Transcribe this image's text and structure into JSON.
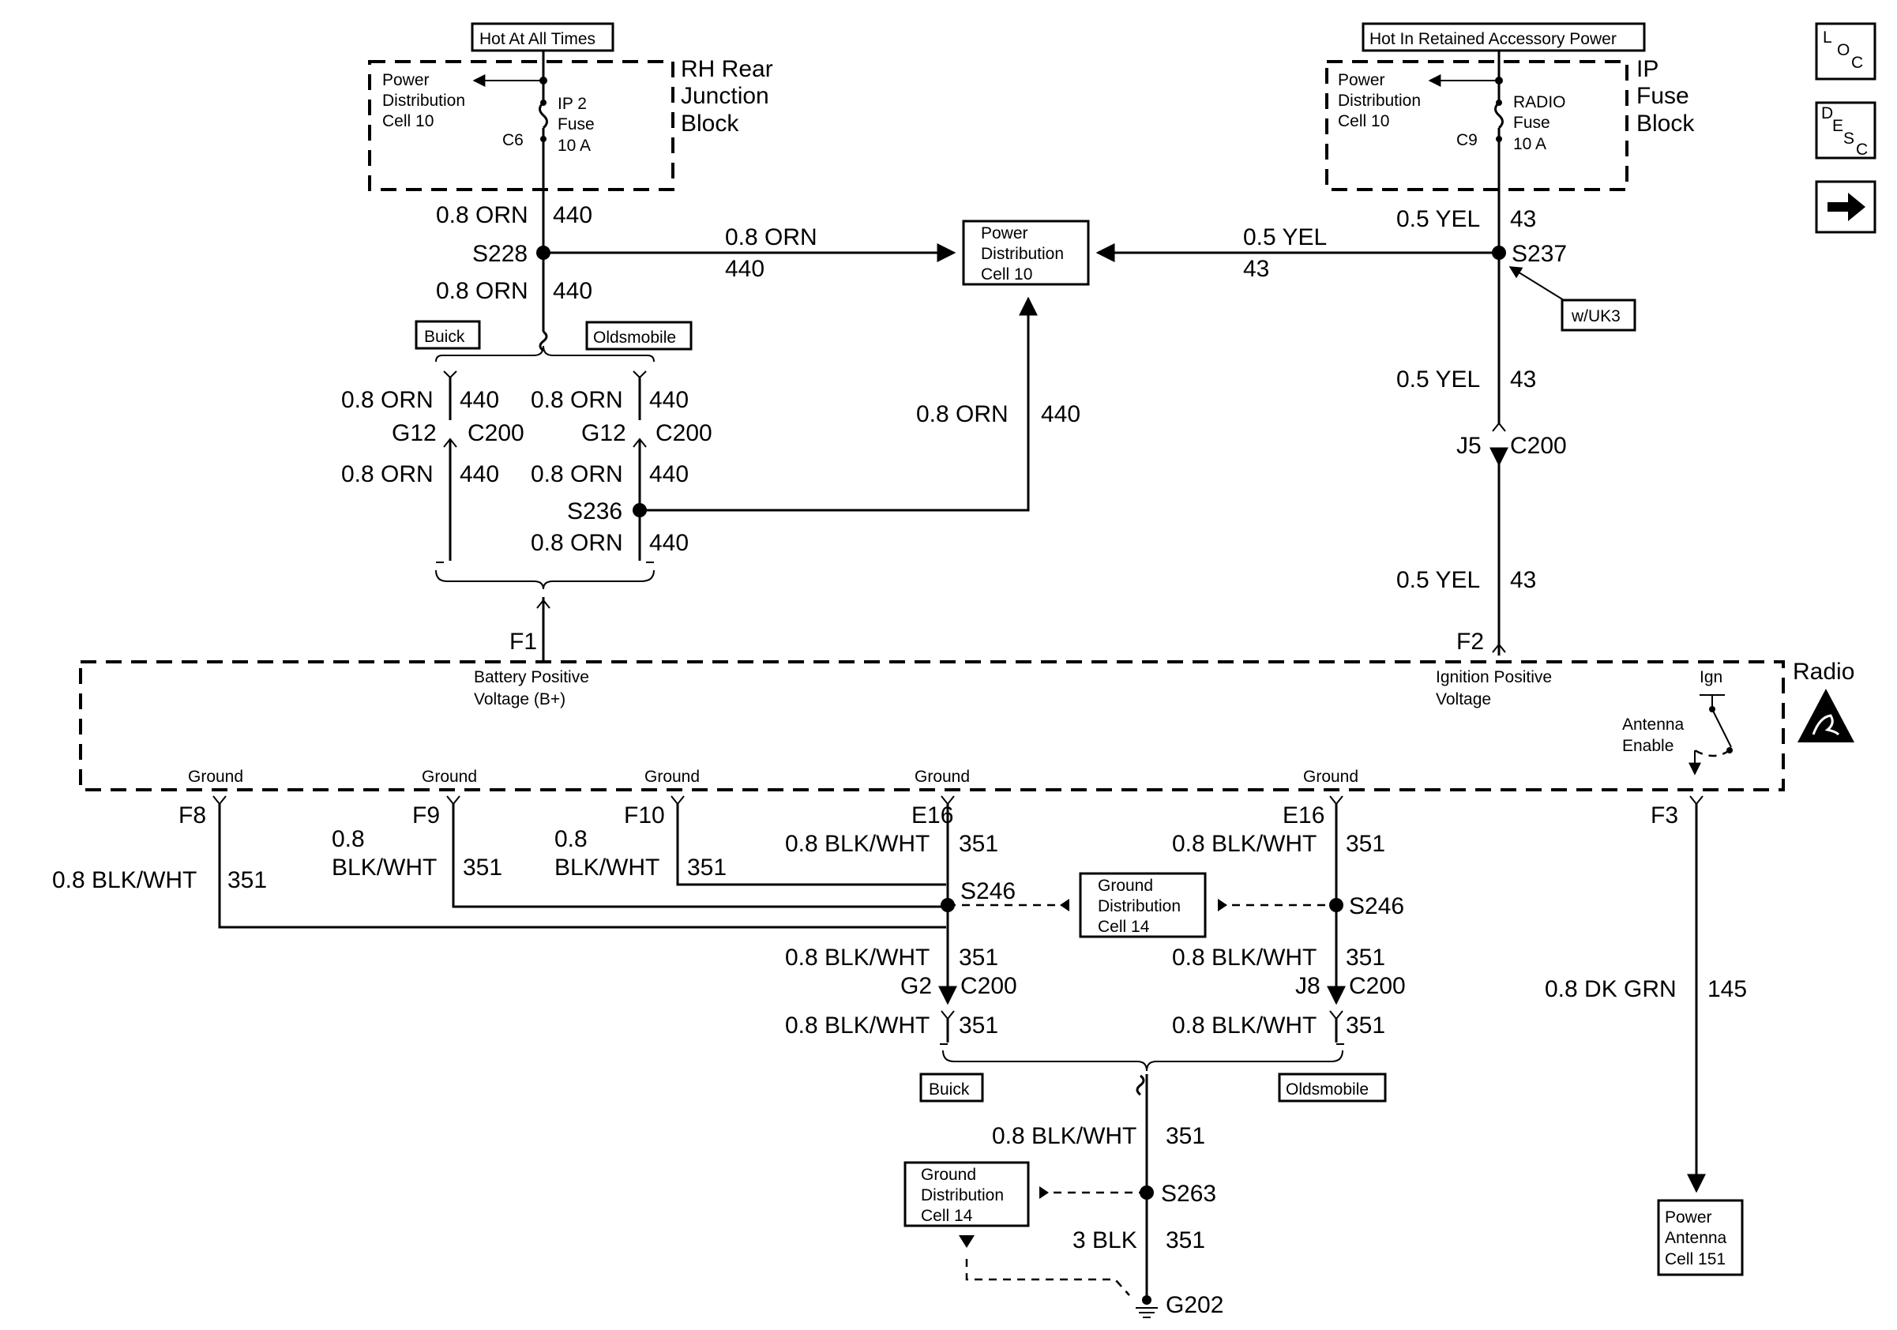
{
  "tags": {
    "hot_at_all_times": "Hot At All Times",
    "hot_in_rap": "Hot In Retained Accessory Power",
    "buick": "Buick",
    "oldsmobile": "Oldsmobile",
    "wuk3": "w/UK3"
  },
  "blocks": {
    "rh_rear": [
      "RH Rear",
      "Junction",
      "Block"
    ],
    "ip_fuse": [
      "IP",
      "Fuse",
      "Block"
    ],
    "radio": "Radio"
  },
  "fuses": {
    "left": {
      "pd_lines": [
        "Power",
        "Distribution",
        "Cell 10"
      ],
      "fuse_lines": [
        "IP 2",
        "Fuse",
        "10 A"
      ],
      "conn": "C6"
    },
    "right": {
      "pd_lines": [
        "Power",
        "Distribution",
        "Cell 10"
      ],
      "fuse_lines": [
        "RADIO",
        "Fuse",
        "10 A"
      ],
      "conn": "C9"
    }
  },
  "boxes": {
    "pdc_center": [
      "Power",
      "Distribution",
      "Cell 10"
    ],
    "gdc_mid": [
      "Ground",
      "Distribution",
      "Cell 14"
    ],
    "gdc_bottom": [
      "Ground",
      "Distribution",
      "Cell 14"
    ],
    "pac": [
      "Power",
      "Antenna",
      "Cell 151"
    ]
  },
  "side_icons": {
    "loc": [
      "L",
      "O",
      "C"
    ],
    "desc": [
      "D",
      "E",
      "S",
      "C"
    ],
    "next": "next-arrow-icon"
  },
  "wire": {
    "orn": "0.8 ORN",
    "c440": "440",
    "yel": "0.5 YEL",
    "c43": "43",
    "bw": "0.8 BLK/WHT",
    "bw_a": "0.8",
    "bw_b": "BLK/WHT",
    "c351": "351",
    "dkgrn": "0.8 DK GRN",
    "c145": "145",
    "blk3": "3 BLK"
  },
  "splices": {
    "s228": "S228",
    "s236": "S236",
    "s237": "S237",
    "s246": "S246",
    "s263": "S263",
    "g202": "G202"
  },
  "connectors": {
    "g12": "G12",
    "c200": "C200",
    "j5": "J5",
    "g2": "G2",
    "j8": "J8",
    "f1": "F1",
    "f2": "F2",
    "f3": "F3",
    "f8": "F8",
    "f9": "F9",
    "f10": "F10",
    "e16": "E16"
  },
  "radio_labels": {
    "bat": [
      "Battery Positive",
      "Voltage (B+)"
    ],
    "ign": [
      "Ignition Positive",
      "Voltage"
    ],
    "ign_short": "Ign",
    "ant": [
      "Antenna",
      "Enable"
    ],
    "ground": "Ground"
  }
}
